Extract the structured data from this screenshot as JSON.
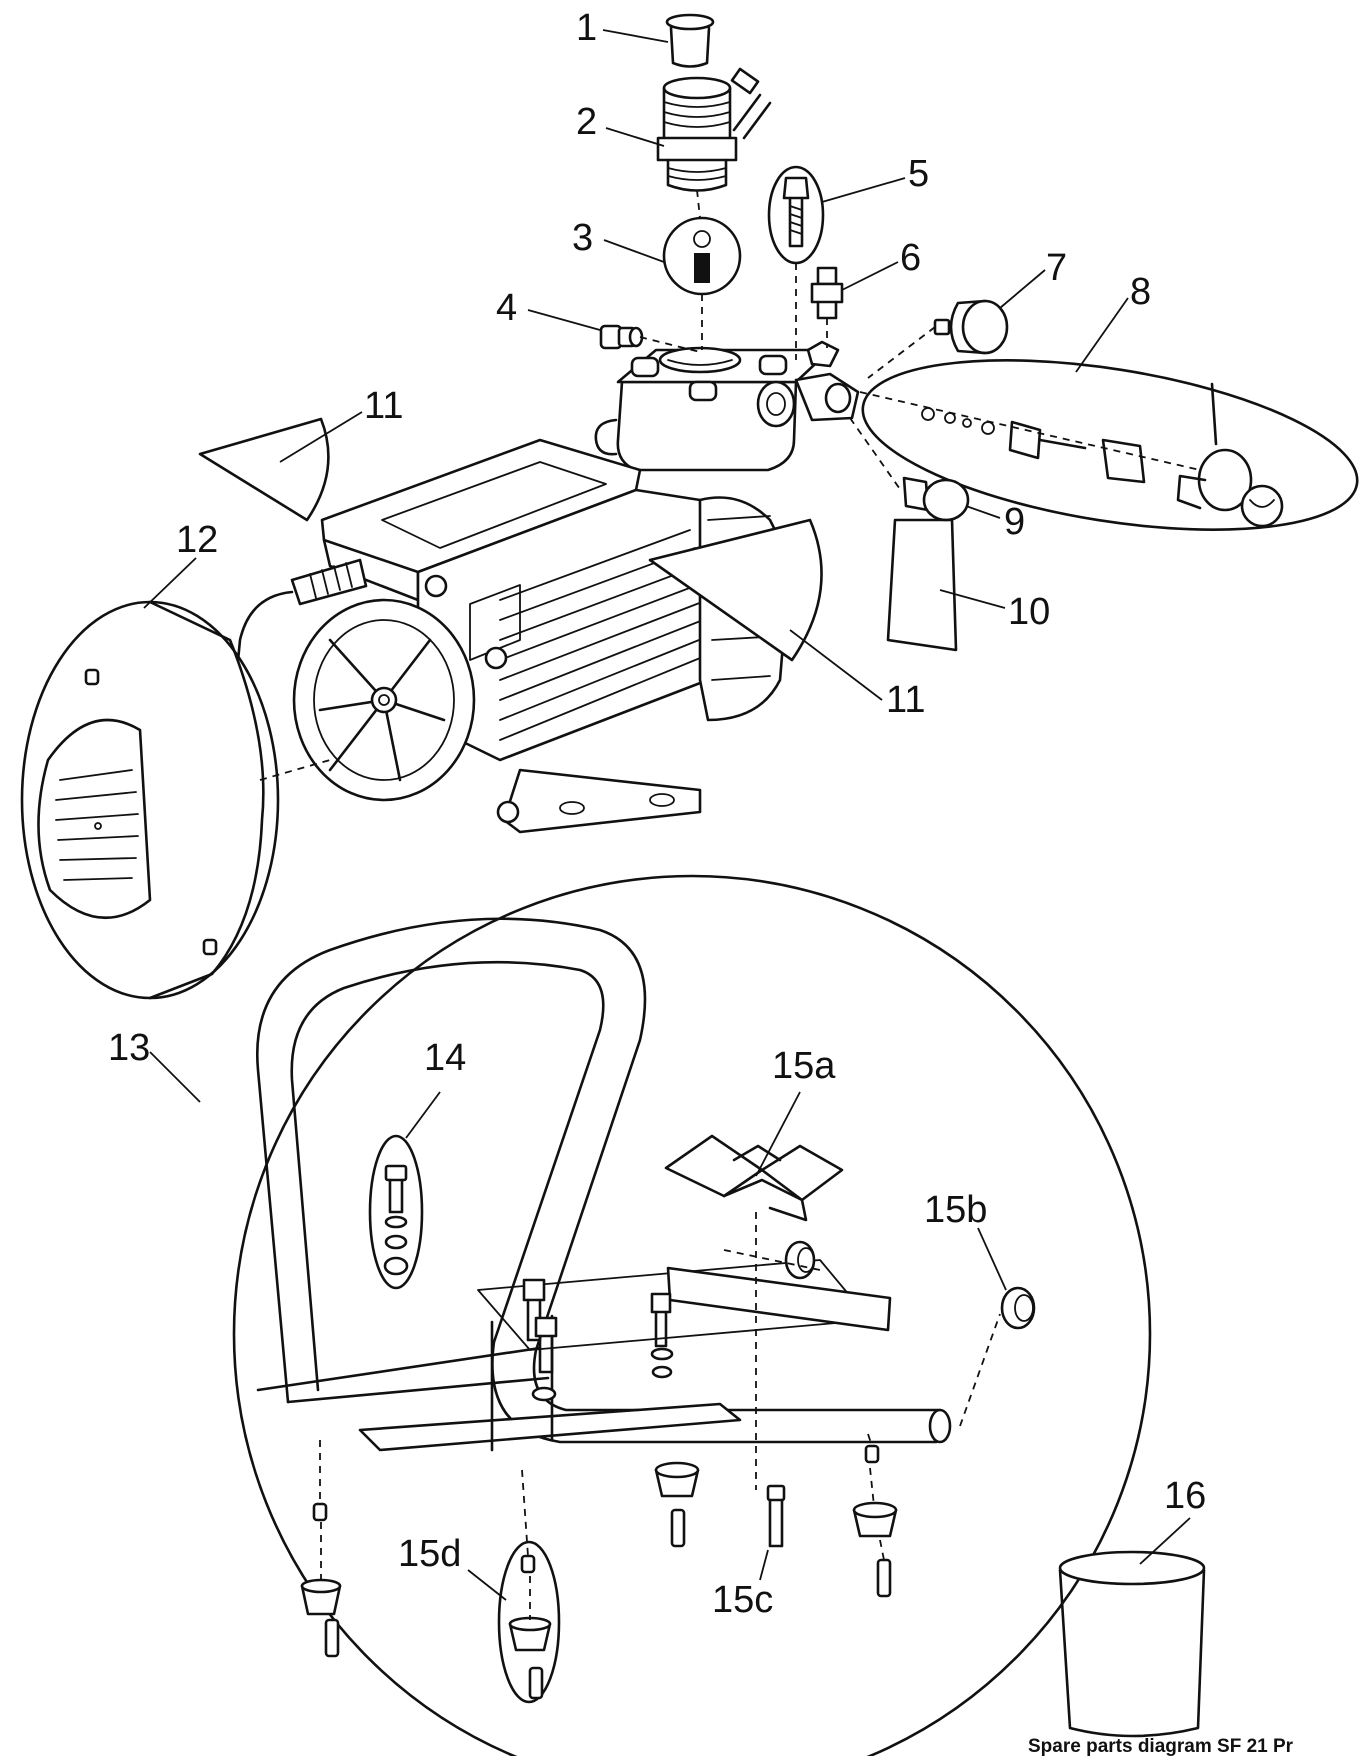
{
  "diagram": {
    "caption": "Spare parts diagram SF 21 Pr",
    "labels": [
      {
        "id": "1",
        "text": "1"
      },
      {
        "id": "2",
        "text": "2"
      },
      {
        "id": "3",
        "text": "3"
      },
      {
        "id": "4",
        "text": "4"
      },
      {
        "id": "5",
        "text": "5"
      },
      {
        "id": "6",
        "text": "6"
      },
      {
        "id": "7",
        "text": "7"
      },
      {
        "id": "8",
        "text": "8"
      },
      {
        "id": "9",
        "text": "9"
      },
      {
        "id": "10",
        "text": "10"
      },
      {
        "id": "11a",
        "text": "11"
      },
      {
        "id": "11b",
        "text": "11"
      },
      {
        "id": "12",
        "text": "12"
      },
      {
        "id": "13",
        "text": "13"
      },
      {
        "id": "14",
        "text": "14"
      },
      {
        "id": "15a",
        "text": "15a"
      },
      {
        "id": "15b",
        "text": "15b"
      },
      {
        "id": "15c",
        "text": "15c"
      },
      {
        "id": "15d",
        "text": "15d"
      },
      {
        "id": "16",
        "text": "16"
      }
    ]
  }
}
